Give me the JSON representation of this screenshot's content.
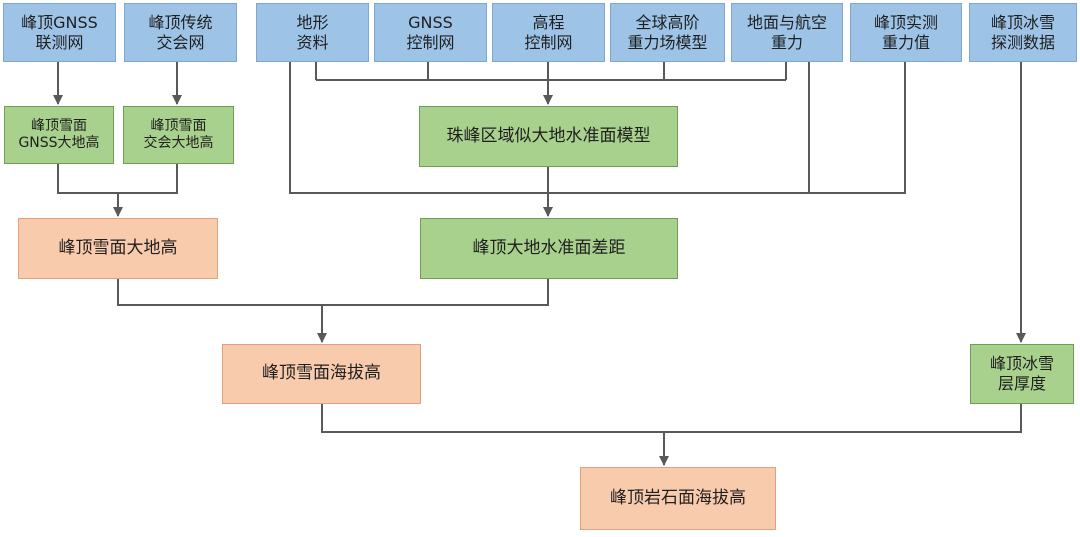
{
  "sources": {
    "gnss_network": "峰顶GNSS\n联测网",
    "traditional_network": "峰顶传统\n交会网",
    "terrain": "地形\n资料",
    "gnss_control": "GNSS\n控制网",
    "leveling_control": "高程\n控制网",
    "global_gravity": "全球高阶\n重力场模型",
    "ground_airborne_gravity": "地面与航空\n重力",
    "summit_gravity": "峰顶实测\n重力值",
    "ice_snow_radar": "峰顶冰雪\n探测数据"
  },
  "intermediate": {
    "gnss_height": "峰顶雪面\nGNSS大地高",
    "intersection_height": "峰顶雪面\n交会大地高",
    "quasigeoid_model": "珠峰区域似大地水准面模型",
    "snow_surface_geodetic": "峰顶雪面大地高",
    "geoid_separation": "峰顶大地水准面差距",
    "snow_surface_elevation": "峰顶雪面海拔高",
    "snow_depth": "峰顶冰雪\n层厚度"
  },
  "result": {
    "rock_surface_elevation": "峰顶岩石面海拔高"
  },
  "colors": {
    "input_box": "#9dc3e6",
    "process_box": "#a9d18e",
    "result_box": "#f8cbad",
    "connector": "#595959"
  }
}
